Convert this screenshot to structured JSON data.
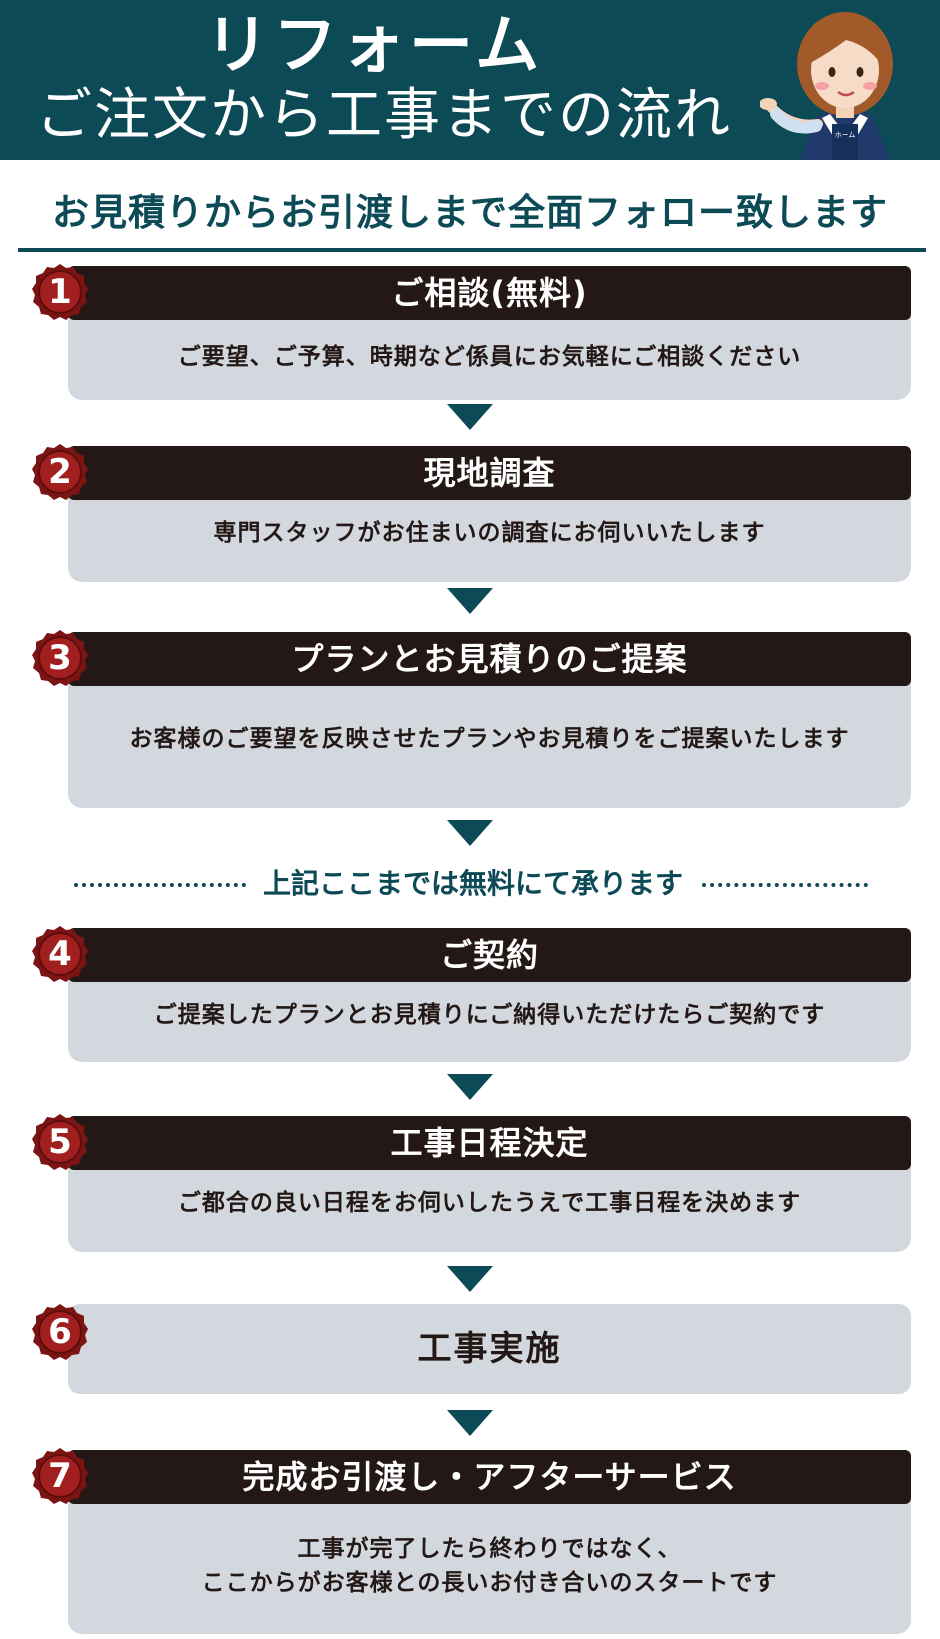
{
  "header": {
    "title_line1": "リフォーム",
    "title_line2": "ご注文から工事までの流れ",
    "bg_color": "#0c4a56",
    "mascot_apron_text": "ホーム"
  },
  "subtitle": "お見積りからお引渡しまで全面フォロー致します",
  "steps": [
    {
      "num": "1",
      "title": "ご相談(無料)",
      "desc": [
        "ご要望、ご予算、時期など係員にお気軽にご相談ください"
      ]
    },
    {
      "num": "2",
      "title": "現地調査",
      "desc": [
        "専門スタッフがお住まいの調査にお伺いいたします"
      ]
    },
    {
      "num": "3",
      "title": "プランとお見積りのご提案",
      "desc": [
        "お客様のご要望を反映させたプランやお見積りをご提案いたします"
      ]
    },
    {
      "num": "4",
      "title": "ご契約",
      "desc": [
        "ご提案したプランとお見積りにご納得いただけたらご契約です"
      ]
    },
    {
      "num": "5",
      "title": "工事日程決定",
      "desc": [
        "ご都合の良い日程をお伺いしたうえで工事日程を決めます"
      ]
    },
    {
      "num": "6",
      "title": "工事実施",
      "desc": []
    },
    {
      "num": "7",
      "title": "完成お引渡し・アフターサービス",
      "desc": [
        "工事が完了したら終わりではなく、",
        "ここからがお客様との長いお付き合いのスタートです"
      ]
    }
  ],
  "free_note": "上記ここまでは無料にて承ります",
  "colors": {
    "teal": "#0c4a56",
    "dark": "#231815",
    "panel": "#d2d8dd",
    "badge_red": "#8b1a1a"
  },
  "icons": {
    "arrow": "down-triangle-icon",
    "badge": "wax-seal-number-badge"
  }
}
